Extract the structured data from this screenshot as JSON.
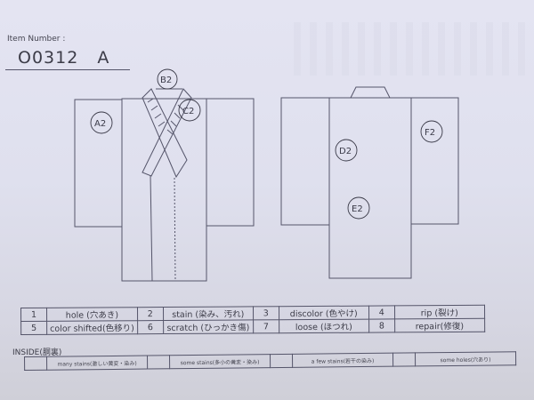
{
  "header": {
    "item_label": "Item Number :",
    "item_number": "O0312   A"
  },
  "diagram": {
    "front_marks": [
      {
        "id": "A2",
        "label": "A2"
      },
      {
        "id": "B2",
        "label": "B2"
      },
      {
        "id": "C2",
        "label": "C2"
      }
    ],
    "back_marks": [
      {
        "id": "D2",
        "label": "D2"
      },
      {
        "id": "E2",
        "label": "E2"
      },
      {
        "id": "F2",
        "label": "F2"
      }
    ]
  },
  "legend": {
    "rows": [
      [
        {
          "num": "1",
          "label": "hole (穴あき)"
        },
        {
          "num": "2",
          "label": "stain (染み、汚れ)"
        },
        {
          "num": "3",
          "label": "discolor (色やけ)"
        },
        {
          "num": "4",
          "label": "rip (裂け)"
        }
      ],
      [
        {
          "num": "5",
          "label": "color shifted(色移り)"
        },
        {
          "num": "6",
          "label": "scratch (ひっかき傷)"
        },
        {
          "num": "7",
          "label": "loose (ほつれ)"
        },
        {
          "num": "8",
          "label": "repair(修復)"
        }
      ]
    ]
  },
  "inside": {
    "title": "INSIDE(胴裏)",
    "options": [
      {
        "label": "many stains(激しい黄変・染み)"
      },
      {
        "label": "some stains(多小の黄変・染み)"
      },
      {
        "label": "a few stains(若干の染み)"
      },
      {
        "label": "some holes(穴あり)"
      }
    ]
  },
  "colors": {
    "paper": "#e0e0ee",
    "ink": "#55556a",
    "pen": "#3a3a48"
  }
}
